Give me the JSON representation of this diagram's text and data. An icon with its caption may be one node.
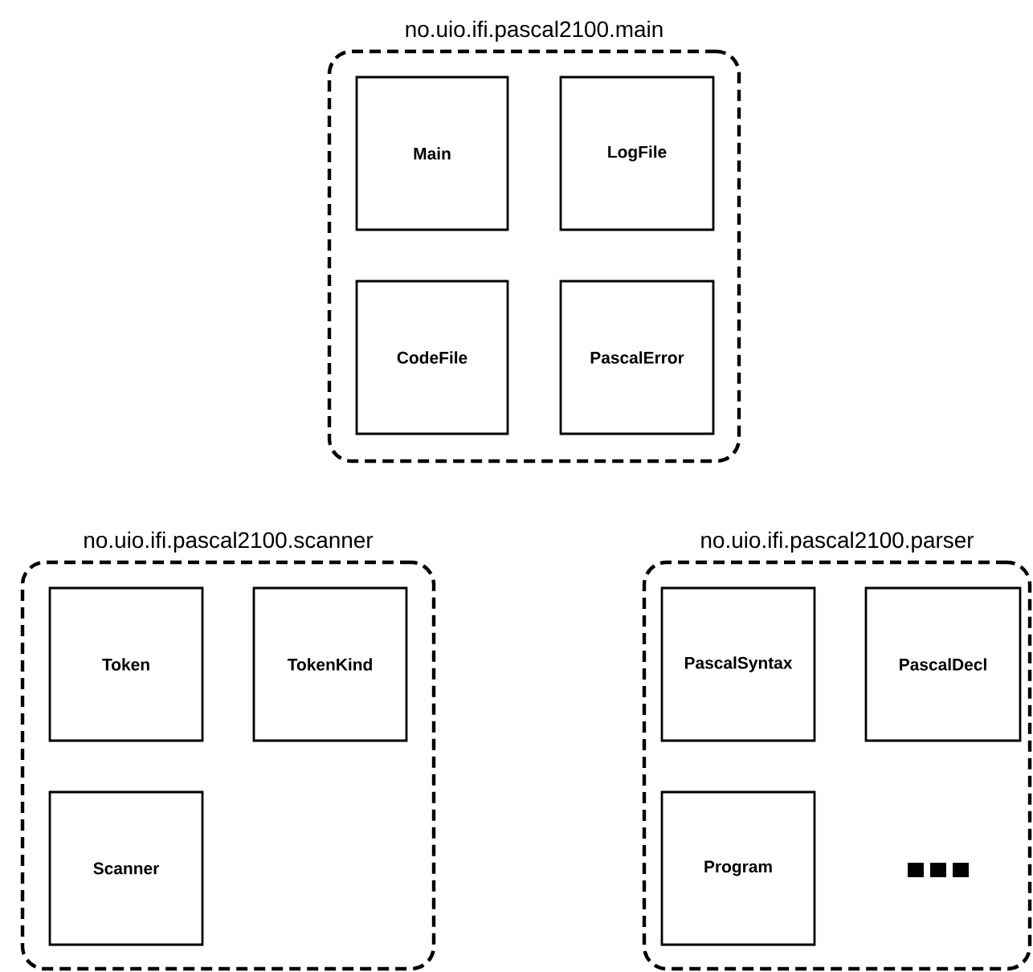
{
  "diagram": {
    "nodes": [
      {
        "text": [
          "no.uio.ifi.pascal2100.main"
        ]
      },
      {
        "text": [
          "Main"
        ],
        "in": 0
      },
      {
        "text": [
          "LogFile"
        ],
        "in": 0
      },
      {
        "text": [
          "CodeFile"
        ],
        "in": 0
      },
      {
        "text": [
          "PascalError"
        ],
        "in": 0
      },
      {
        "text": [
          "no.uio.ifi.pascal2100.scanner"
        ]
      },
      {
        "text": [
          "Token"
        ],
        "in": 5
      },
      {
        "text": [
          "TokenKind"
        ],
        "in": 5
      },
      {
        "text": [
          "Scanner"
        ],
        "in": 5
      },
      {
        "text": [
          "no.uio.ifi.pascal2100.parser"
        ]
      },
      {
        "text": [
          "PascalSyntax"
        ],
        "in": 9
      },
      {
        "text": [
          "PascalDecl"
        ],
        "in": 9
      },
      {
        "text": [
          "Program"
        ],
        "in": 9
      }
    ]
  }
}
